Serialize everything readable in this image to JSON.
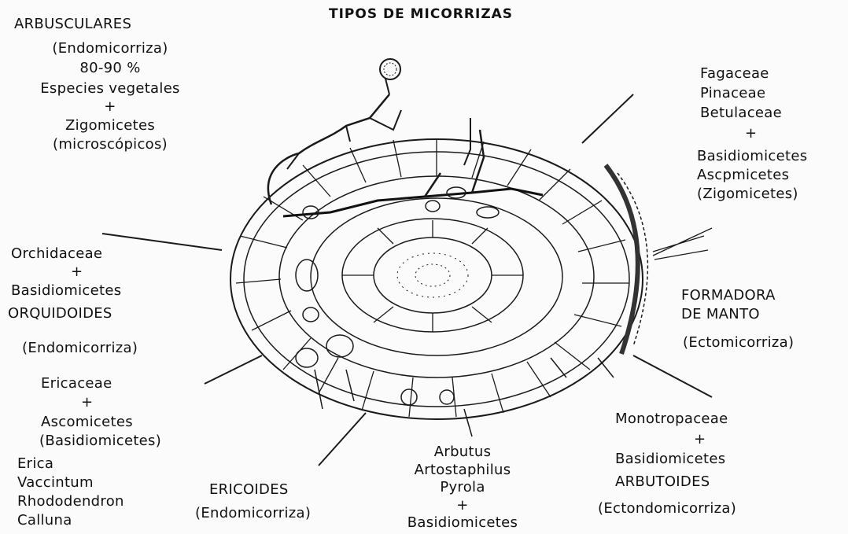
{
  "title": "TIPOS DE MICORRIZAS",
  "arbusculares": {
    "name": "ARBUSCULARES",
    "lines": [
      "(Endomicorriza)",
      "80-90 %",
      "Especies vegetales",
      "+",
      "Zigomicetes",
      "(microscópicos)"
    ]
  },
  "formadora_manto": {
    "hosts": [
      "Fagaceae",
      "Pinaceae",
      "Betulaceae",
      "+",
      "Basidiomicetes",
      "Ascpmicetes",
      "(Zigomicetes)"
    ],
    "name_line1": "FORMADORA",
    "name_line2": "DE MANTO",
    "type": "(Ectomicorriza)"
  },
  "orquidoides": {
    "hosts": [
      "Orchidaceae",
      "+",
      "Basidiomicetes"
    ],
    "name": "ORQUIDOIDES",
    "type": "(Endomicorriza)"
  },
  "ericoides": {
    "hosts": [
      "Ericaceae",
      "+",
      "Ascomicetes",
      "(Basidiomicetes)"
    ],
    "genera": [
      "Erica",
      "Vaccintum",
      "Rhododendron",
      "Calluna"
    ],
    "name": "ERICOIDES",
    "type": "(Endomicorriza)"
  },
  "arbutoides": {
    "genera": [
      "Arbutus",
      "Artostaphilus",
      "Pyrola",
      "+",
      "Basidiomicetes"
    ],
    "hosts": [
      "Monotropaceae",
      "+",
      "Basidiomicetes"
    ],
    "name": "ARBUTOIDES",
    "type": "(Ectondomicorriza)"
  }
}
